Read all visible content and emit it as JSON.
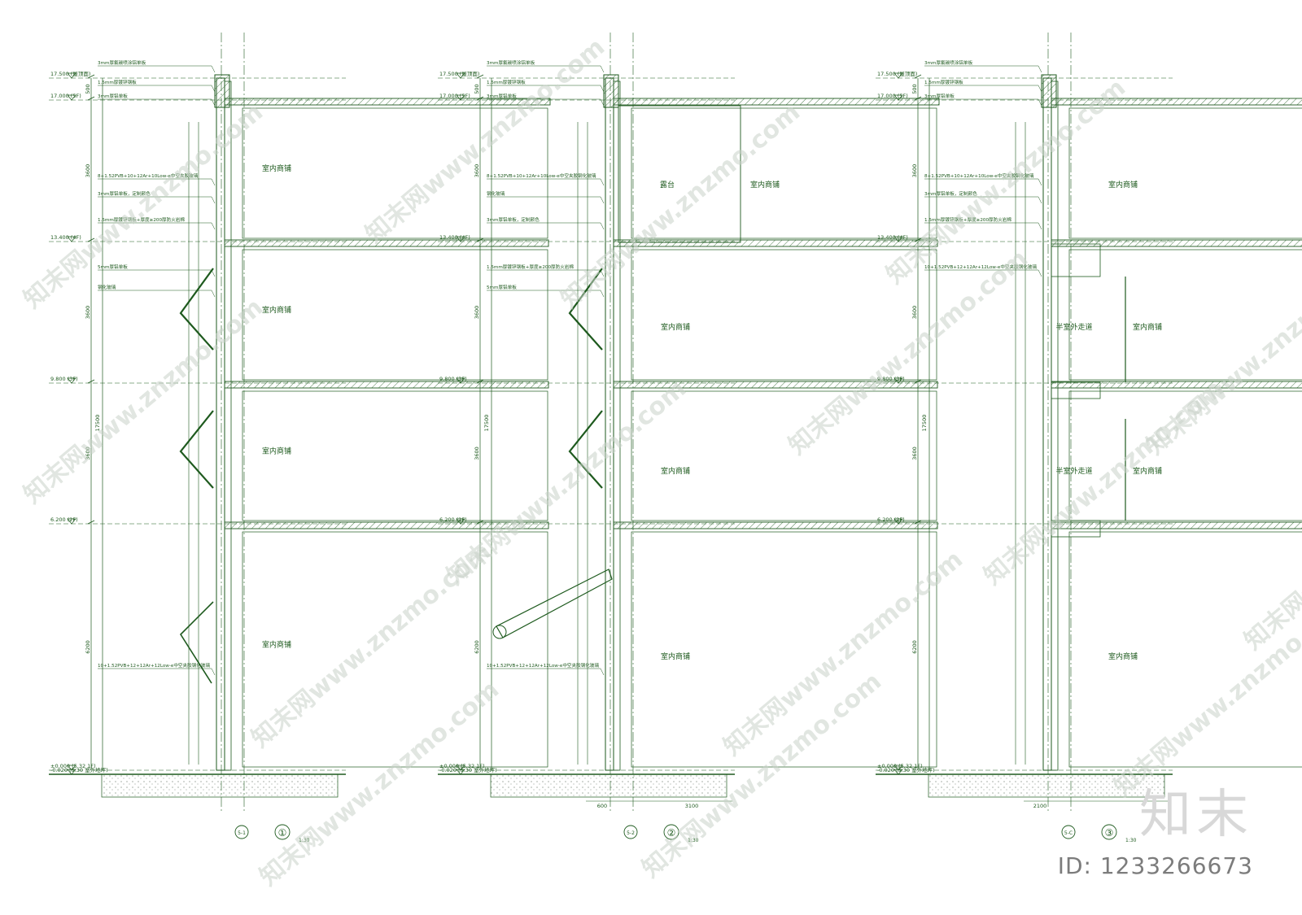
{
  "levels": [
    {
      "label": "17.500 (屋顶面)",
      "v": 17.5
    },
    {
      "label": "17.000 (5F)",
      "v": 17.0
    },
    {
      "label": "13.400 (4F)",
      "v": 13.4
    },
    {
      "label": "9.800 (3F)",
      "v": 9.8
    },
    {
      "label": "6.200 (2F)",
      "v": 6.2
    },
    {
      "label": "±0.000 (5.32 1F)",
      "v": 0.0
    },
    {
      "label": "-0.020 (5.30 室外地坪)",
      "v": -0.02
    }
  ],
  "storey_dims": [
    "500",
    "3600",
    "3600",
    "3600",
    "6200"
  ],
  "total_dim": "17500",
  "sections": [
    {
      "tag": "5-1",
      "number": "①",
      "scale": "1:30",
      "rooms": [
        "室内商铺",
        "室内商铺",
        "室内商铺",
        "室内商铺"
      ],
      "bottom_dims": [],
      "notes": [
        "3mm厚氟碳喷涂铝单板",
        "1.5mm厚镀锌钢板",
        "3mm厚铝单板",
        "8+1.52PVB+10+12Ar+10Low-e中空夹胶玻璃",
        "3mm厚铝单板，定制颜色",
        "1.5mm厚镀锌钢板+厚度≥200厚防火岩棉",
        "5mm厚铝单板",
        "钢化玻璃",
        "10+1.52PVB+12+12Ar+12Low-e中空夹胶钢化玻璃"
      ]
    },
    {
      "tag": "5-2",
      "number": "②",
      "scale": "1:30",
      "rooms": [
        "露台",
        "室内商铺",
        "室内商铺",
        "室内商铺",
        "室内商铺"
      ],
      "bottom_dims": [
        "600",
        "3100"
      ],
      "notes": [
        "3mm厚氟碳喷涂铝单板",
        "1.5mm厚镀锌钢板",
        "3mm厚铝单板",
        "8+1.52PVB+10+12Ar+10Low-e中空夹胶钢化玻璃",
        "钢化玻璃",
        "3mm厚铝单板，定制颜色",
        "1.5mm厚镀锌钢板+厚度≥200厚防火岩棉",
        "5mm厚铝单板",
        "10+1.52PVB+12+12Ar+12Low-e中空夹胶钢化玻璃"
      ]
    },
    {
      "tag": "5-C",
      "number": "③",
      "scale": "1:30",
      "rooms": [
        "室内商铺",
        "半室外走道",
        "室内商铺",
        "半室外走道",
        "室内商铺",
        "室内商铺"
      ],
      "bottom_dims": [
        "2100"
      ],
      "notes": [
        "3mm厚氟碳喷涂铝单板",
        "1.5mm厚镀锌钢板",
        "3mm厚铝单板",
        "8+1.52PVB+10+12Ar+10Low-e中空夹胶钢化玻璃",
        "3mm厚铝单板，定制颜色",
        "1.5mm厚镀锌钢板+厚度≥200厚防火岩棉",
        "10+1.52PVB+12+12Ar+12Low-e中空夹胶钢化玻璃"
      ]
    }
  ],
  "watermark": "知末网www.znzmo.com",
  "brand": {
    "logo": "知末",
    "id": "ID: 1233266673"
  },
  "colors": {
    "line": "#1e5a1e",
    "watermark": "#c9d2c9"
  }
}
